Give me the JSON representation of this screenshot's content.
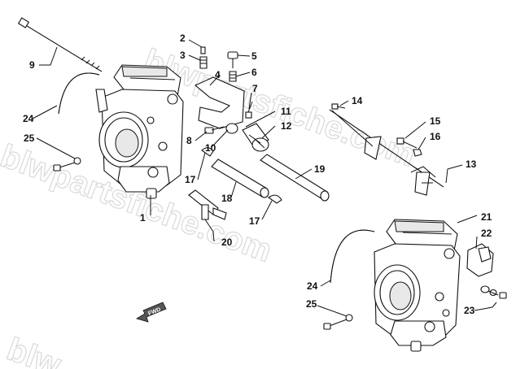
{
  "watermark": {
    "text1": "blwpartsfiche.com",
    "text2": "blwpartsfiche.com",
    "text3": "blw"
  },
  "fwd_label": "FWD",
  "callouts": [
    {
      "id": "c1",
      "label": "1"
    },
    {
      "id": "c2",
      "label": "2"
    },
    {
      "id": "c3",
      "label": "3"
    },
    {
      "id": "c4",
      "label": "4"
    },
    {
      "id": "c5",
      "label": "5"
    },
    {
      "id": "c6",
      "label": "6"
    },
    {
      "id": "c7",
      "label": "7"
    },
    {
      "id": "c8",
      "label": "8"
    },
    {
      "id": "c9",
      "label": "9"
    },
    {
      "id": "c10",
      "label": "10"
    },
    {
      "id": "c11",
      "label": "11"
    },
    {
      "id": "c12",
      "label": "12"
    },
    {
      "id": "c13",
      "label": "13"
    },
    {
      "id": "c14",
      "label": "14"
    },
    {
      "id": "c15",
      "label": "15"
    },
    {
      "id": "c16",
      "label": "16"
    },
    {
      "id": "c17a",
      "label": "17"
    },
    {
      "id": "c17b",
      "label": "17"
    },
    {
      "id": "c18",
      "label": "18"
    },
    {
      "id": "c19",
      "label": "19"
    },
    {
      "id": "c20",
      "label": "20"
    },
    {
      "id": "c21",
      "label": "21"
    },
    {
      "id": "c22",
      "label": "22"
    },
    {
      "id": "c23",
      "label": "23"
    },
    {
      "id": "c24a",
      "label": "24"
    },
    {
      "id": "c24b",
      "label": "24"
    },
    {
      "id": "c25a",
      "label": "25"
    },
    {
      "id": "c25b",
      "label": "25"
    }
  ]
}
